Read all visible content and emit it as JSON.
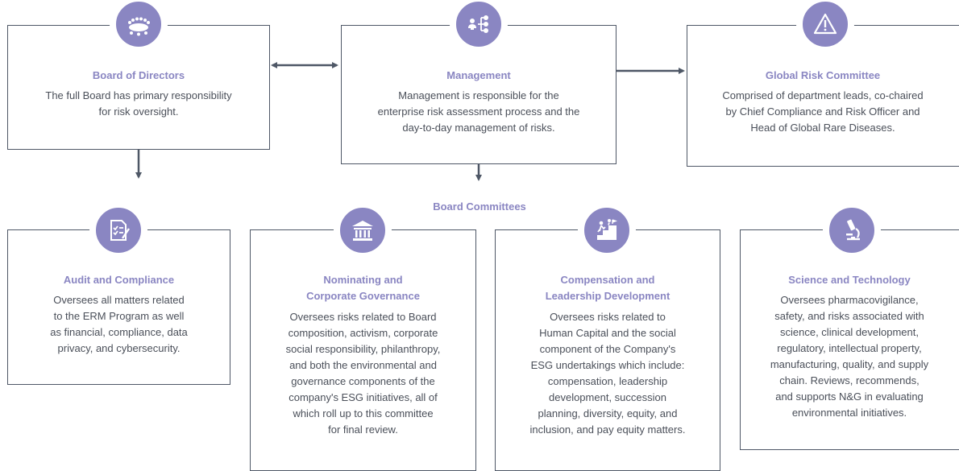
{
  "top": {
    "board": {
      "title": "Board of Directors",
      "desc_lines": [
        "The full Board has primary responsibility",
        "for risk oversight."
      ],
      "icon": "boardroom-icon"
    },
    "management": {
      "title": "Management",
      "desc_lines": [
        "Management is responsible for the",
        "enterprise risk assessment process and the",
        "day-to-day management of risks."
      ],
      "icon": "org-hierarchy-icon"
    },
    "grc": {
      "title": "Global Risk Committee",
      "desc_lines": [
        "Comprised of department leads, co-chaired",
        "by Chief Compliance and Risk Officer and",
        "Head of Global Rare Diseases."
      ],
      "icon": "warning-icon"
    }
  },
  "committees_label": "Board Committees",
  "committees": {
    "audit": {
      "title_lines": [
        "Audit and Compliance"
      ],
      "desc_lines": [
        "Oversees all matters related",
        "to the ERM Program as well",
        "as financial, compliance, data",
        "privacy, and cybersecurity."
      ],
      "icon": "document-checklist-icon"
    },
    "nominating": {
      "title_lines": [
        "Nominating and",
        "Corporate Governance"
      ],
      "desc_lines": [
        "Oversees risks related to Board",
        "composition, activism, corporate",
        "social responsibility, philanthropy,",
        "and both the environmental and",
        "governance components of the",
        "company's ESG initiatives, all of",
        "which roll up to this committee",
        "for final review."
      ],
      "icon": "institution-icon"
    },
    "compensation": {
      "title_lines": [
        "Compensation and",
        "Leadership Development"
      ],
      "desc_lines": [
        "Oversees risks related to",
        "Human Capital and the social",
        "component of the Company's",
        "ESG undertakings which include:",
        "compensation, leadership",
        "development, succession",
        "planning, diversity, equity, and",
        "inclusion, and pay equity matters."
      ],
      "icon": "climbing-stairs-icon"
    },
    "science": {
      "title_lines": [
        "Science and Technology"
      ],
      "desc_lines": [
        "Oversees pharmacovigilance,",
        "safety, and risks associated with",
        "science, clinical development,",
        "regulatory, intellectual property,",
        "manufacturing, quality, and supply",
        "chain. Reviews, recommends,",
        "and supports N&G in evaluating",
        "environmental initiatives."
      ],
      "icon": "microscope-icon"
    }
  },
  "colors": {
    "accent": "#8a86c2",
    "border": "#4e5766",
    "text": "#4a4f59",
    "connector": "#4e5766"
  }
}
